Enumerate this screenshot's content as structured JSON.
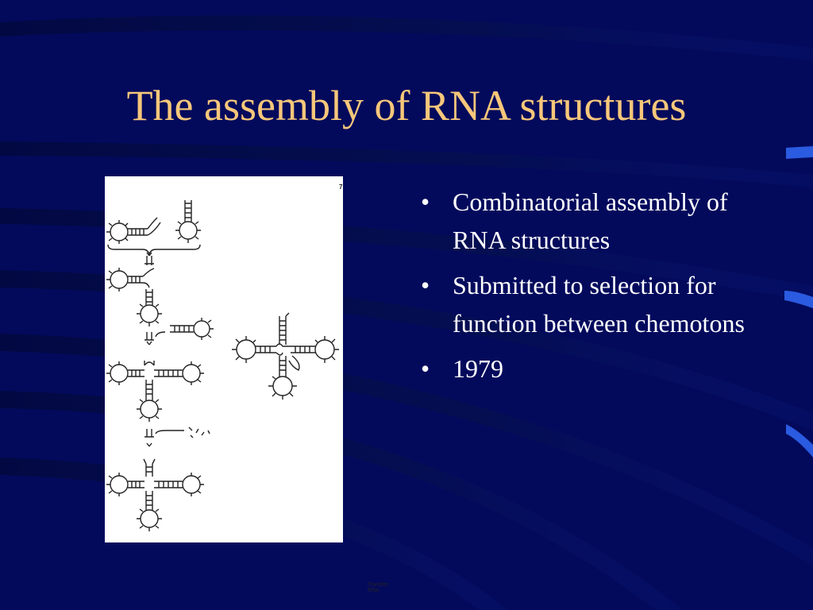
{
  "slide": {
    "title": "The assembly of RNA structures",
    "bullet_marker": "•",
    "bullets": [
      "Combinatorial assembly of RNA structures",
      "Submitted to selection for function between chemotons",
      "1979"
    ]
  },
  "figure": {
    "caption": "Transfer RNA",
    "page_marker": "7",
    "stem_icons": [
      "hairpin-stem-loop-icon",
      "tRNA-cloverleaf-icon"
    ]
  },
  "colors": {
    "background": "#030a5c",
    "title": "#f7c77a",
    "text": "#ffffff",
    "accent": "#2a5be0"
  }
}
